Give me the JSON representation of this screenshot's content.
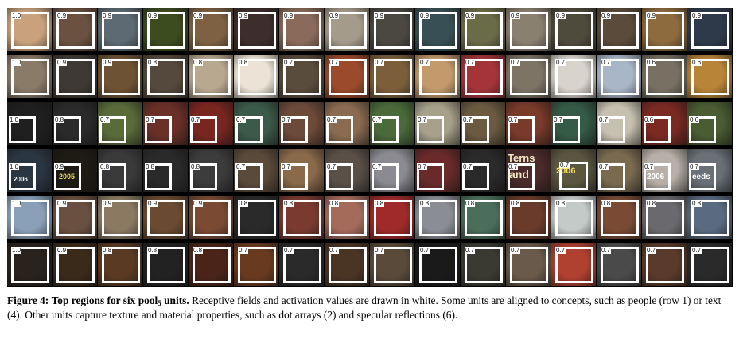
{
  "figure": {
    "rows": [
      {
        "values": [
          "1.0",
          "0.9",
          "0.9",
          "0.9",
          "0.9",
          "0.9",
          "0.9",
          "0.9",
          "0.9",
          "0.9",
          "0.9",
          "0.9",
          "0.9",
          "0.9",
          "0.9",
          "0.9"
        ],
        "colors": [
          "#c9a27d",
          "#6b5140",
          "#5d6a73",
          "#3c4c1f",
          "#7d6142",
          "#3d2e2c",
          "#8a6a5a",
          "#a59b8a",
          "#4a4840",
          "#385055",
          "#6a6b47",
          "#8a8070",
          "#4e4a3c",
          "#5a4b3a",
          "#8e6b3f",
          "#2e3a4a"
        ],
        "boxes": [
          "full",
          "full",
          "full",
          "full",
          "full",
          "full",
          "full",
          "full",
          "full",
          "full",
          "full",
          "full",
          "full",
          "full",
          "full",
          "full"
        ]
      },
      {
        "values": [
          "1.0",
          "0.9",
          "0.9",
          "0.8",
          "0.8",
          "0.8",
          "0.7",
          "0.7",
          "0.7",
          "0.7",
          "0.7",
          "0.7",
          "0.7",
          "0.7",
          "0.6",
          "0.6"
        ],
        "colors": [
          "#8a7a68",
          "#3e3a33",
          "#6e5234",
          "#55493d",
          "#b9a890",
          "#ece3d6",
          "#5a4c3c",
          "#9b4a2b",
          "#7c5f3a",
          "#c29a6c",
          "#a4343a",
          "#7d7466",
          "#d8d4cc",
          "#a9b6c8",
          "#787062",
          "#b88438"
        ],
        "boxes": [
          "full",
          "full",
          "full",
          "full",
          "full",
          "full",
          "full",
          "full",
          "full",
          "full",
          "full",
          "full",
          "full",
          "full",
          "full",
          "full"
        ]
      },
      {
        "values": [
          "1.0",
          "0.8",
          "0.7",
          "0.7",
          "0.7",
          "0.7",
          "0.7",
          "0.7",
          "0.7",
          "0.7",
          "0.7",
          "0.7",
          "0.7",
          "0.7",
          "0.6",
          "0.6"
        ],
        "colors": [
          "#1f1f1f",
          "#2a2a2a",
          "#5a6b3a",
          "#6a3028",
          "#7a2620",
          "#3c5a4a",
          "#6c4a3a",
          "#8a6a50",
          "#4a6a3a",
          "#a7a08a",
          "#6a5a40",
          "#7a3a2a",
          "#355a45",
          "#c7c0b0",
          "#7b2a22",
          "#4a5c32"
        ],
        "boxes": [
          "bl",
          "bl",
          "bl",
          "bl",
          "bl",
          "bl",
          "bl",
          "bl",
          "bl",
          "bl",
          "bl",
          "bl",
          "bl",
          "bl",
          "bl",
          "bl"
        ]
      },
      {
        "values": [
          "1.0",
          "0.9",
          "0.8",
          "0.8",
          "0.8",
          "0.7",
          "0.7",
          "0.7",
          "0.7",
          "0.7",
          "0.7",
          "0.7",
          "0.7",
          "0.7",
          "0.7",
          "0.7"
        ],
        "colors": [
          "#2a3642",
          "#1e1a14",
          "#3a3a3a",
          "#2a2a2a",
          "#3c3c3c",
          "#5a4a3a",
          "#8a6a4a",
          "#5a5048",
          "#8a8a90",
          "#6a2a2a",
          "#2a2a2a",
          "#4a2a2a",
          "#5a5640",
          "#7a6a50",
          "#b8b0a8",
          "#6a7078"
        ],
        "boxes": [
          "bl",
          "bl",
          "bl",
          "bl",
          "bl",
          "bl",
          "bl",
          "bl",
          "bl",
          "bl",
          "bl",
          "bl",
          "br",
          "bl",
          "bl",
          "bl"
        ]
      },
      {
        "values": [
          "1.0",
          "0.9",
          "0.9",
          "0.9",
          "0.9",
          "0.8",
          "0.8",
          "0.8",
          "0.8",
          "0.8",
          "0.8",
          "0.8",
          "0.8",
          "0.8",
          "0.8",
          "0.8"
        ],
        "colors": [
          "#8aa0b8",
          "#6a5040",
          "#8a7a62",
          "#6a4a30",
          "#7a4a32",
          "#2a2a2a",
          "#7a3a30",
          "#a46a5a",
          "#a02a2a",
          "#8a8e94",
          "#4a6e5a",
          "#6a3a2a",
          "#c4cac8",
          "#7a4a34",
          "#6a6a6e",
          "#5a6a80"
        ],
        "boxes": [
          "full",
          "full",
          "full",
          "full",
          "full",
          "full",
          "full",
          "full",
          "full",
          "full",
          "full",
          "full",
          "full",
          "full",
          "full",
          "full"
        ]
      },
      {
        "values": [
          "1.0",
          "0.9",
          "0.8",
          "0.8",
          "0.8",
          "0.7",
          "0.7",
          "0.7",
          "0.7",
          "0.7",
          "0.7",
          "0.7",
          "0.7",
          "0.7",
          "0.7",
          "0.7"
        ],
        "colors": [
          "#2a221c",
          "#3a2a1a",
          "#5a3a22",
          "#222222",
          "#4a2418",
          "#6a3a20",
          "#2a2a2a",
          "#4a3424",
          "#5a4a3a",
          "#1a1a1a",
          "#3a3a32",
          "#6a5a4a",
          "#b04030",
          "#4a4a4a",
          "#5a3a2a",
          "#2a2a2a"
        ],
        "boxes": [
          "full",
          "full",
          "full",
          "full",
          "full",
          "full",
          "full",
          "full",
          "full",
          "full",
          "full",
          "full",
          "full",
          "full",
          "full",
          "full"
        ]
      }
    ],
    "text_fragments": [
      "2006",
      "2005",
      "Terns",
      "and",
      "2006",
      "2006",
      "eeds"
    ]
  },
  "caption": {
    "label": "Figure 4:",
    "title_pre": "Top regions for six pool",
    "title_sub": "5",
    "title_post": " units.",
    "body": "Receptive fields and activation values are drawn in white. Some units are aligned to concepts, such as people (row 1) or text (4). Other units capture texture and material properties, such as dot arrays (2) and specular reflections (6)."
  }
}
